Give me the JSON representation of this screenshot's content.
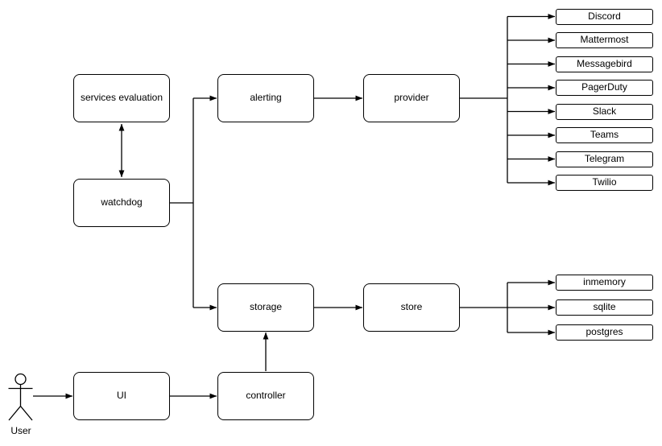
{
  "colors": {
    "stroke": "#000000",
    "fill": "#ffffff",
    "background": "#ffffff"
  },
  "nodes": {
    "services_evaluation": "services evaluation",
    "watchdog": "watchdog",
    "alerting": "alerting",
    "provider": "provider",
    "storage": "storage",
    "store": "store",
    "ui": "UI",
    "controller": "controller"
  },
  "actor": {
    "label": "User"
  },
  "alert_providers": [
    "Discord",
    "Mattermost",
    "Messagebird",
    "PagerDuty",
    "Slack",
    "Teams",
    "Telegram",
    "Twilio"
  ],
  "store_backends": [
    "inmemory",
    "sqlite",
    "postgres"
  ],
  "edges": [
    {
      "from": "services_evaluation",
      "to": "watchdog",
      "arrows": "both"
    },
    {
      "from": "watchdog",
      "to": "alerting",
      "arrows": "end"
    },
    {
      "from": "watchdog",
      "to": "storage",
      "arrows": "end"
    },
    {
      "from": "alerting",
      "to": "provider",
      "arrows": "end"
    },
    {
      "from": "provider",
      "to": "Discord",
      "arrows": "end"
    },
    {
      "from": "provider",
      "to": "Mattermost",
      "arrows": "end"
    },
    {
      "from": "provider",
      "to": "Messagebird",
      "arrows": "end"
    },
    {
      "from": "provider",
      "to": "PagerDuty",
      "arrows": "end"
    },
    {
      "from": "provider",
      "to": "Slack",
      "arrows": "end"
    },
    {
      "from": "provider",
      "to": "Teams",
      "arrows": "end"
    },
    {
      "from": "provider",
      "to": "Telegram",
      "arrows": "end"
    },
    {
      "from": "provider",
      "to": "Twilio",
      "arrows": "end"
    },
    {
      "from": "storage",
      "to": "store",
      "arrows": "end"
    },
    {
      "from": "store",
      "to": "inmemory",
      "arrows": "end"
    },
    {
      "from": "store",
      "to": "sqlite",
      "arrows": "end"
    },
    {
      "from": "store",
      "to": "postgres",
      "arrows": "end"
    },
    {
      "from": "controller",
      "to": "storage",
      "arrows": "end"
    },
    {
      "from": "ui",
      "to": "controller",
      "arrows": "end"
    },
    {
      "from": "user",
      "to": "ui",
      "arrows": "end"
    }
  ]
}
